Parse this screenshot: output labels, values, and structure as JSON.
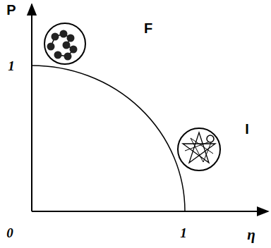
{
  "diagram": {
    "labels": [
      "P",
      "F",
      "1",
      "I",
      "0",
      "1",
      "η"
    ]
  }
}
